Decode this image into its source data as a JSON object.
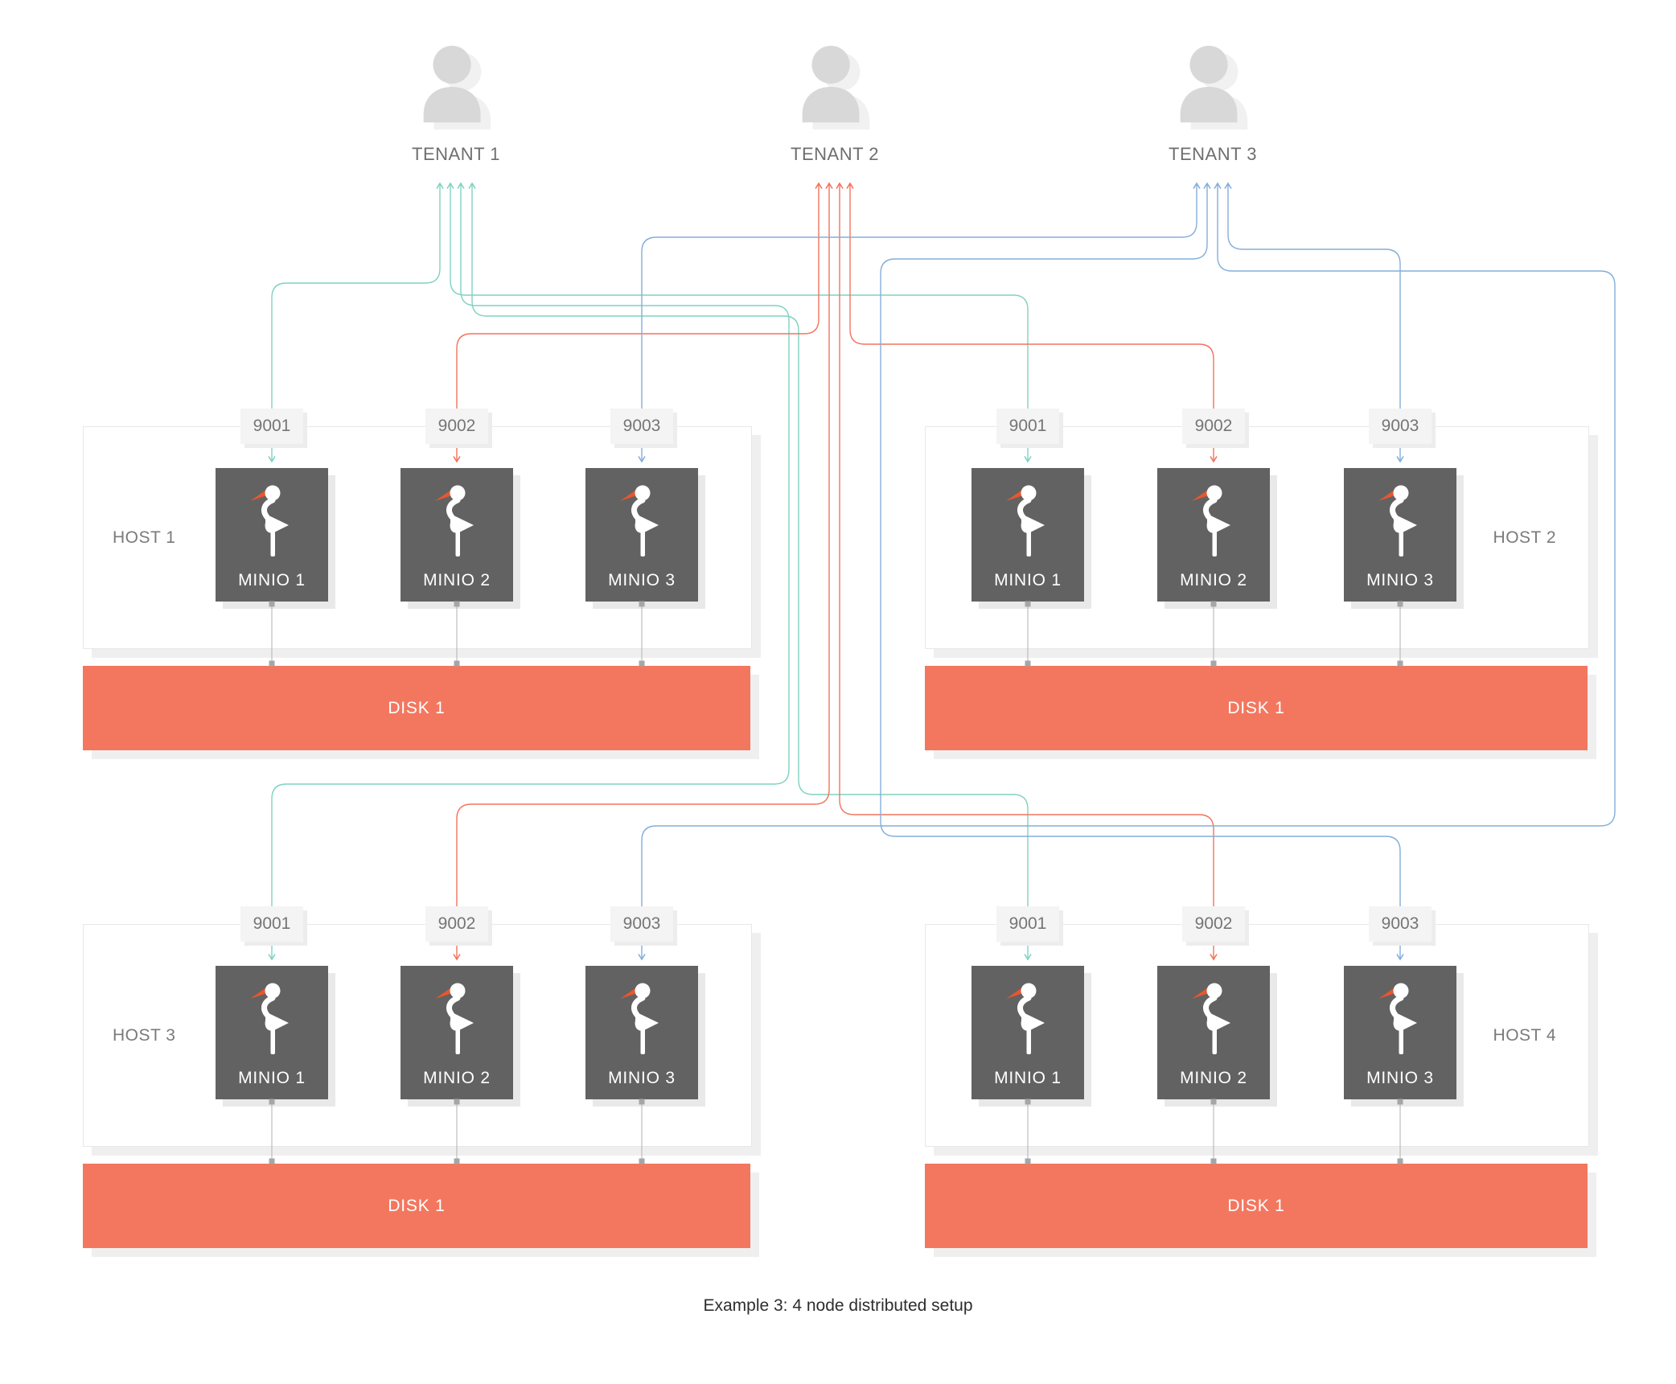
{
  "caption": "Example 3: 4 node distributed setup",
  "colors": {
    "tenant1_accent": "#7fd2c0",
    "tenant2_accent": "#f3735f",
    "tenant3_accent": "#84aedb",
    "disk_fill": "#f3775f",
    "node_fill": "#626262",
    "beak_orange": "#e8562e",
    "connector_gray": "#b0b0b0"
  },
  "tenants": [
    {
      "label": "TENANT 1",
      "color": "#7fd2c0"
    },
    {
      "label": "TENANT 2",
      "color": "#f3735f"
    },
    {
      "label": "TENANT 3",
      "color": "#84aedb"
    }
  ],
  "hosts": [
    {
      "label": "HOST 1",
      "label_side": "left",
      "ports": [
        "9001",
        "9002",
        "9003"
      ],
      "nodes": [
        "MINIO 1",
        "MINIO 2",
        "MINIO 3"
      ],
      "disk": "DISK 1"
    },
    {
      "label": "HOST 2",
      "label_side": "right",
      "ports": [
        "9001",
        "9002",
        "9003"
      ],
      "nodes": [
        "MINIO 1",
        "MINIO 2",
        "MINIO 3"
      ],
      "disk": "DISK 1"
    },
    {
      "label": "HOST 3",
      "label_side": "left",
      "ports": [
        "9001",
        "9002",
        "9003"
      ],
      "nodes": [
        "MINIO 1",
        "MINIO 2",
        "MINIO 3"
      ],
      "disk": "DISK 1"
    },
    {
      "label": "HOST 4",
      "label_side": "right",
      "ports": [
        "9001",
        "9002",
        "9003"
      ],
      "nodes": [
        "MINIO 1",
        "MINIO 2",
        "MINIO 3"
      ],
      "disk": "DISK 1"
    }
  ],
  "connections": [
    {
      "from": "TENANT 1",
      "to_host": "HOST 1",
      "to_node": "MINIO 1",
      "port": "9001"
    },
    {
      "from": "TENANT 1",
      "to_host": "HOST 2",
      "to_node": "MINIO 1",
      "port": "9001"
    },
    {
      "from": "TENANT 1",
      "to_host": "HOST 3",
      "to_node": "MINIO 1",
      "port": "9001"
    },
    {
      "from": "TENANT 1",
      "to_host": "HOST 4",
      "to_node": "MINIO 1",
      "port": "9001"
    },
    {
      "from": "TENANT 2",
      "to_host": "HOST 1",
      "to_node": "MINIO 2",
      "port": "9002"
    },
    {
      "from": "TENANT 2",
      "to_host": "HOST 2",
      "to_node": "MINIO 2",
      "port": "9002"
    },
    {
      "from": "TENANT 2",
      "to_host": "HOST 3",
      "to_node": "MINIO 2",
      "port": "9002"
    },
    {
      "from": "TENANT 2",
      "to_host": "HOST 4",
      "to_node": "MINIO 2",
      "port": "9002"
    },
    {
      "from": "TENANT 3",
      "to_host": "HOST 1",
      "to_node": "MINIO 3",
      "port": "9003"
    },
    {
      "from": "TENANT 3",
      "to_host": "HOST 2",
      "to_node": "MINIO 3",
      "port": "9003"
    },
    {
      "from": "TENANT 3",
      "to_host": "HOST 3",
      "to_node": "MINIO 3",
      "port": "9003"
    },
    {
      "from": "TENANT 3",
      "to_host": "HOST 4",
      "to_node": "MINIO 3",
      "port": "9003"
    }
  ]
}
